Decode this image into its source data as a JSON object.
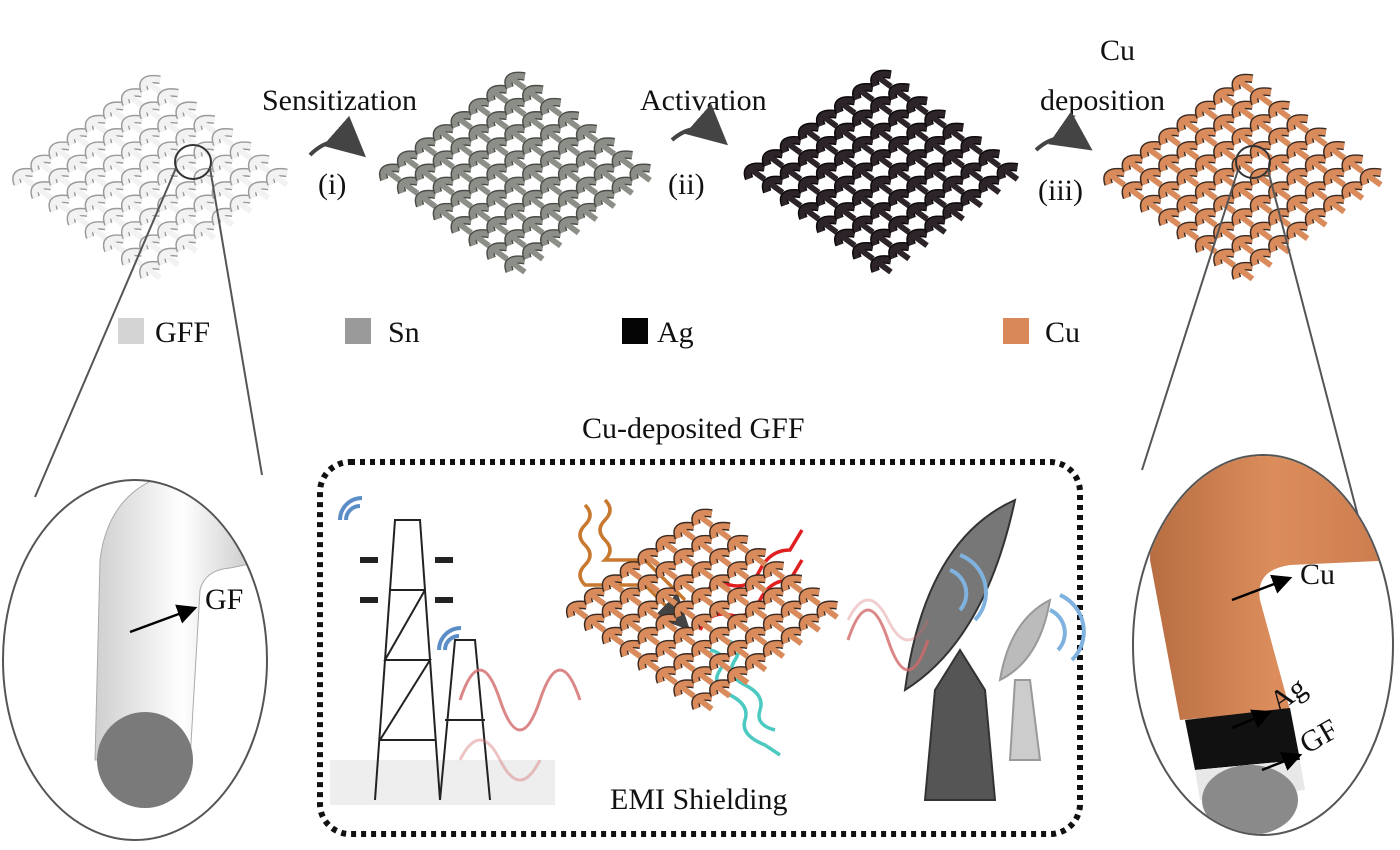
{
  "steps": [
    {
      "label": "Sensitization",
      "roman": "(i)"
    },
    {
      "label": "Activation",
      "roman": "(ii)"
    },
    {
      "label_line1": "Cu",
      "label_line2": "deposition",
      "roman": "(iii)"
    }
  ],
  "legend": [
    {
      "label": "GFF",
      "color": "#d4d4d4"
    },
    {
      "label": "Sn",
      "color": "#9a9a9a"
    },
    {
      "label": "Ag",
      "color": "#050505"
    },
    {
      "label": "Cu",
      "color": "#d9885a"
    }
  ],
  "fabrics": [
    {
      "name": "gff",
      "color": "#f2f2f2",
      "shade": "#9a9a9a"
    },
    {
      "name": "sn",
      "color": "#8c8f88",
      "shade": "#4a4c48"
    },
    {
      "name": "ag",
      "color": "#2c2429",
      "shade": "#0a0709"
    },
    {
      "name": "cu",
      "color": "#d98b5c",
      "shade": "#3a2a22"
    }
  ],
  "center_title": "Cu-deposited GFF",
  "emi_label": "EMI Shielding",
  "left_zoom": {
    "label": "GF"
  },
  "right_zoom": {
    "labels": [
      "Cu",
      "Ag",
      "GF"
    ]
  }
}
